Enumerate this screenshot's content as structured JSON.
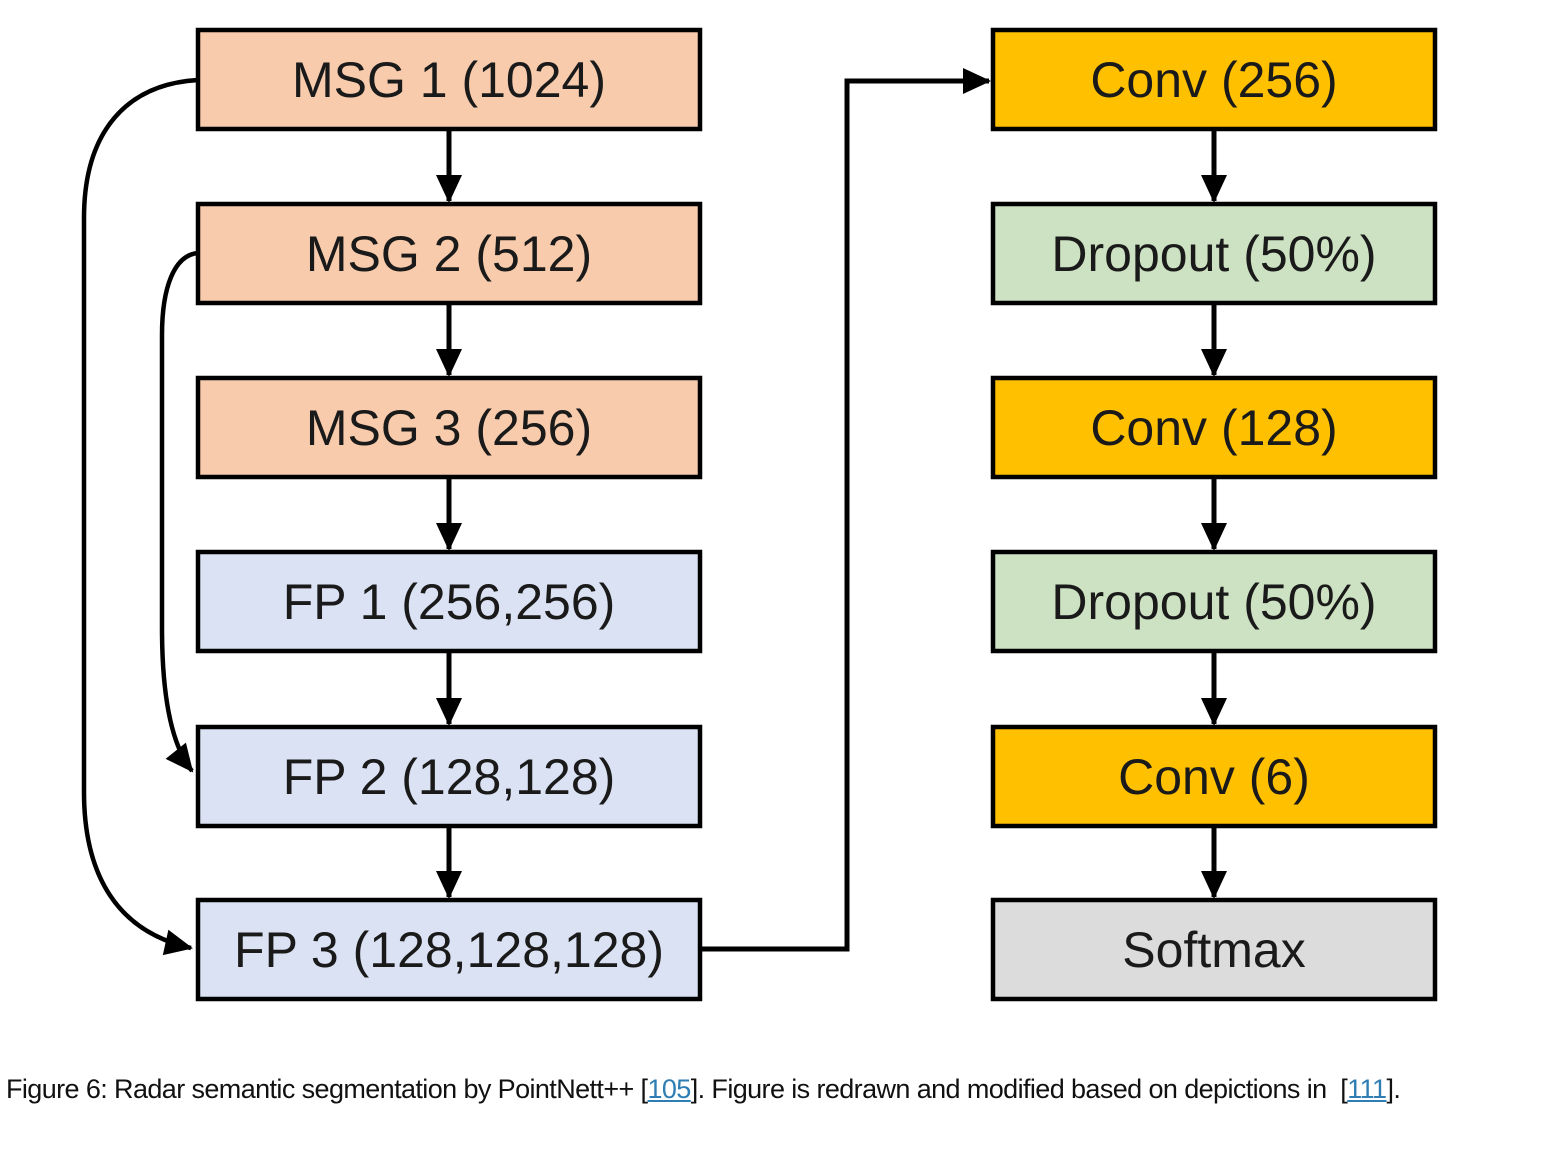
{
  "diagram": {
    "left_nodes": [
      {
        "label": "MSG 1 (1024)",
        "fill": "#F7CBAC"
      },
      {
        "label": "MSG 2 (512)",
        "fill": "#F7CBAC"
      },
      {
        "label": "MSG 3 (256)",
        "fill": "#F7CBAC"
      },
      {
        "label": "FP 1 (256,256)",
        "fill": "#DBE2F3"
      },
      {
        "label": "FP 2 (128,128)",
        "fill": "#DBE2F3"
      },
      {
        "label": "FP 3 (128,128,128)",
        "fill": "#DBE2F3"
      }
    ],
    "right_nodes": [
      {
        "label": "Conv (256)",
        "fill": "#FFC000"
      },
      {
        "label": "Dropout (50%)",
        "fill": "#CDE2C2"
      },
      {
        "label": "Conv (128)",
        "fill": "#FFC000"
      },
      {
        "label": "Dropout (50%)",
        "fill": "#CDE2C2"
      },
      {
        "label": "Conv (6)",
        "fill": "#FFC000"
      },
      {
        "label": "Softmax",
        "fill": "#DCDCDC"
      }
    ],
    "colors": {
      "peach": "#F7CBAC",
      "blue": "#DBE2F3",
      "gold": "#FFC000",
      "green": "#CDE2C2",
      "gray": "#DCDCDC",
      "stroke": "#000000"
    }
  },
  "caption": {
    "part1": "Figure 6: Radar semantic segmentation by PointNett++ [",
    "link1": "105",
    "part2": "]. Figure is redrawn and modified based on depictions in  [",
    "link2": "111",
    "part3": "].",
    "link_color": "#2E7EB4"
  }
}
